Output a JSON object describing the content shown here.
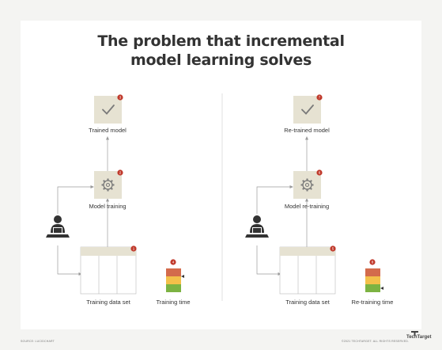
{
  "title": {
    "line1": "The problem that incremental",
    "line2": "model learning solves"
  },
  "left_panel": {
    "trained_model": "Trained model",
    "model_training": "Model training",
    "training_data_set": "Training data set",
    "training_time": "Training time",
    "badges": {
      "data_set": "1",
      "model_training": "2",
      "trained_model": "3",
      "time": "4"
    },
    "time_bar_segments": [
      "#d36b4c",
      "#f3c04a",
      "#7cb342"
    ]
  },
  "right_panel": {
    "trained_model": "Re-trained model",
    "model_training": "Model re-training",
    "training_data_set": "Training data set",
    "training_time": "Re-training time",
    "badges": {
      "data_set": "5",
      "model_training": "6",
      "trained_model": "7",
      "time": "8"
    },
    "time_bar_segments": [
      "#d36b4c",
      "#f3c04a",
      "#7cb342"
    ]
  },
  "colors": {
    "title": "#333333",
    "box_fill": "#e6e2d2",
    "badge": "#c0392b",
    "icon": "#7a7a7a",
    "person": "#333333",
    "connector": "#9a9a9a"
  },
  "icons": [
    "checkmark-icon",
    "gear-icon",
    "person-laptop-icon"
  ],
  "footer": {
    "source": "Source: Lucidchart",
    "copyright": "©2021 TechTarget. All rights reserved.",
    "brand": "TechTarget"
  }
}
